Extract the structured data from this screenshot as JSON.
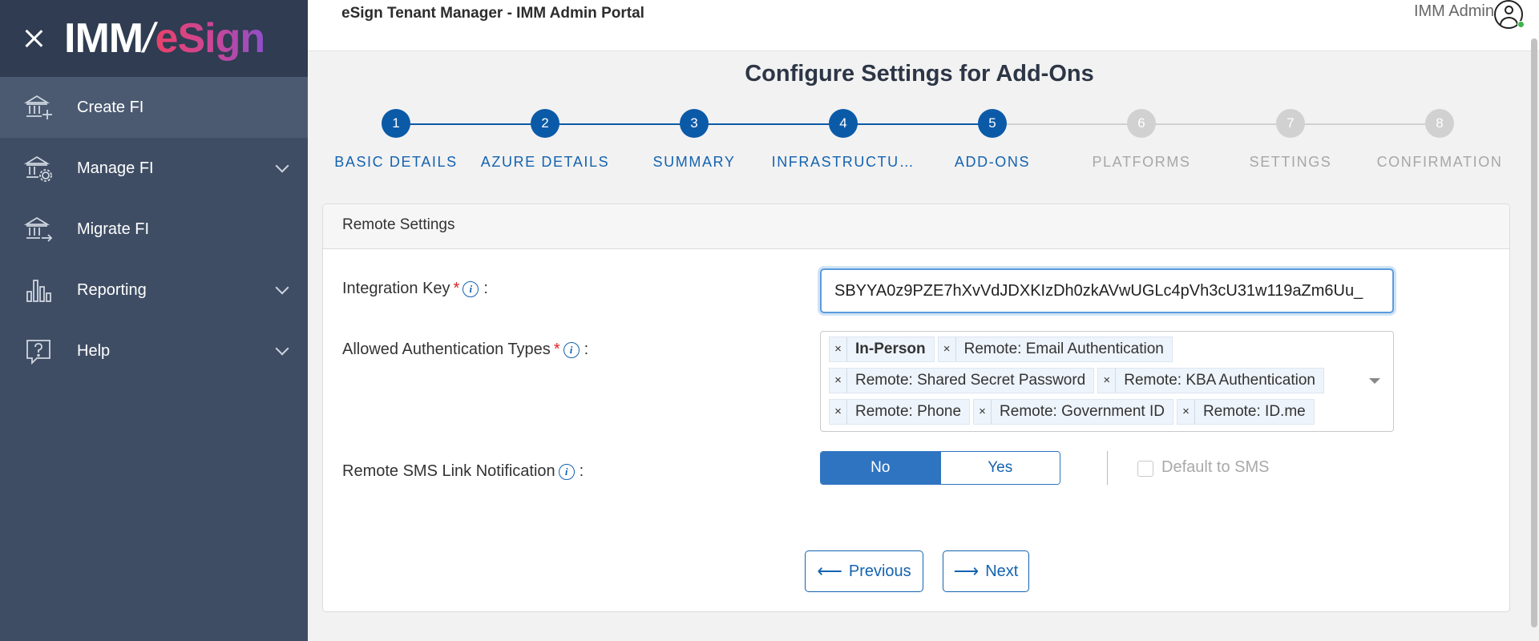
{
  "app": {
    "logo_left": "IMM",
    "logo_slash": "/",
    "logo_right": "eSign",
    "title": "eSign Tenant Manager - IMM Admin Portal",
    "user": "IMM Admin"
  },
  "sidebar": {
    "items": [
      {
        "label": "Create FI",
        "icon": "bank-add-icon",
        "active": true
      },
      {
        "label": "Manage FI",
        "icon": "bank-settings-icon",
        "expandable": true
      },
      {
        "label": "Migrate FI",
        "icon": "bank-migrate-icon"
      },
      {
        "label": "Reporting",
        "icon": "bar-chart-icon",
        "expandable": true
      },
      {
        "label": "Help",
        "icon": "help-chat-icon",
        "expandable": true
      }
    ]
  },
  "page": {
    "title": "Configure Settings for Add-Ons"
  },
  "stepper": {
    "steps": [
      {
        "number": "1",
        "label": "BASIC DETAILS",
        "status": "done"
      },
      {
        "number": "2",
        "label": "AZURE DETAILS",
        "status": "done"
      },
      {
        "number": "3",
        "label": "SUMMARY",
        "status": "done"
      },
      {
        "number": "4",
        "label": "INFRASTRUCTU…",
        "status": "done"
      },
      {
        "number": "5",
        "label": "ADD-ONS",
        "status": "current"
      },
      {
        "number": "6",
        "label": "PLATFORMS",
        "status": "todo"
      },
      {
        "number": "7",
        "label": "SETTINGS",
        "status": "todo"
      },
      {
        "number": "8",
        "label": "CONFIRMATION",
        "status": "todo"
      }
    ]
  },
  "panel": {
    "title": "Remote Settings",
    "integration_key": {
      "label": "Integration Key",
      "required_mark": "*",
      "info": "i",
      "colon": ":",
      "value": "SBYYA0z9PZE7hXvVdJDXKIzDh0zkAVwUGLc4pVh3cU31w119aZm6Uu_"
    },
    "auth_types": {
      "label": "Allowed Authentication Types",
      "required_mark": "*",
      "info": "i",
      "colon": ":",
      "remove_glyph": "×",
      "selected": [
        "In-Person",
        "Remote: Email Authentication",
        "Remote: Shared Secret Password",
        "Remote: KBA Authentication",
        "Remote: Phone",
        "Remote: Government ID",
        "Remote: ID.me"
      ]
    },
    "sms_link": {
      "label": "Remote SMS Link Notification",
      "info": "i",
      "colon": ":",
      "options": [
        "No",
        "Yes"
      ],
      "selected": "No",
      "default_to_sms_label": "Default to SMS",
      "default_to_sms_checked": false
    },
    "buttons": {
      "previous": "Previous",
      "previous_arrow": "⟵",
      "next": "Next",
      "next_arrow": "⟶"
    }
  },
  "colors": {
    "sidebar_bg": "#3f4d64",
    "sidebar_active": "#4b5a71",
    "primary": "#0b5aa8",
    "step_inactive": "#d1d1d1"
  }
}
